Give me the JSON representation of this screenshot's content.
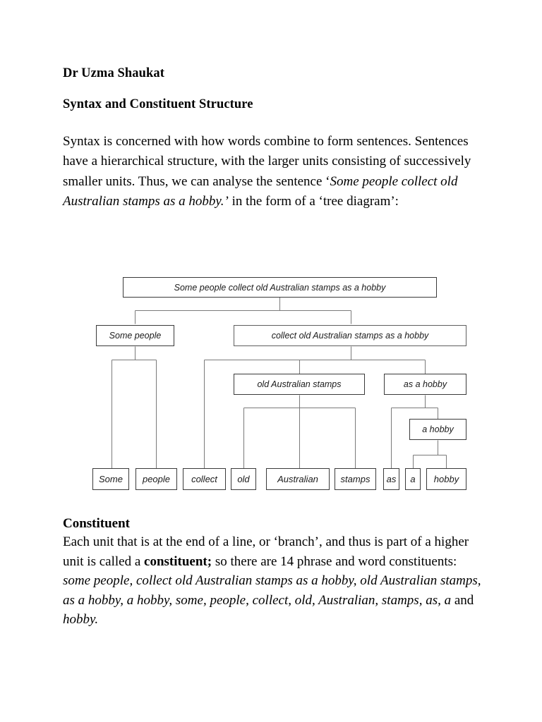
{
  "document": {
    "author": "Dr Uzma Shaukat",
    "title": "Syntax and Constituent Structure",
    "intro": {
      "part1": "Syntax is concerned with how words combine to form sentences. Sentences have a hierarchical structure, with the larger units consisting of successively smaller units. Thus, we can analyse the sentence ‘",
      "quoted_sentence": "Some people collect old Australian stamps as a hobby.’",
      "part2": " in the form of a ‘tree diagram’:"
    },
    "constituent": {
      "heading": "Constituent",
      "definition_part1": "Each unit that is at the end of a line, or ‘branch’, and thus is part of a higher unit is called a ",
      "definition_bold": "constituent;",
      "definition_part2": " so there are 14 phrase and word constituents:",
      "count": "14",
      "list_italic": "some people, collect old Australian stamps as a hobby, old Australian stamps, as a hobby, a hobby, some, people, collect, old, Australian, stamps, as, a",
      "list_conjunction": " and ",
      "list_final": "hobby."
    }
  },
  "tree": {
    "root": "Some people collect old Australian stamps as a hobby",
    "level2": {
      "subject": "Some people",
      "predicate": "collect old Australian stamps as a hobby"
    },
    "level3": {
      "object": "old Australian stamps",
      "adjunct": "as a hobby"
    },
    "level4": {
      "np": "a hobby"
    },
    "words": [
      "Some",
      "people",
      "collect",
      "old",
      "Australian",
      "stamps",
      "as",
      "a",
      "hobby"
    ]
  },
  "colors": {
    "page_background": "#ffffff",
    "text": "#000000",
    "node_border": "#5f5f5f",
    "node_border_dark": "#3a3a3a",
    "connector": "#7a7a7a"
  }
}
